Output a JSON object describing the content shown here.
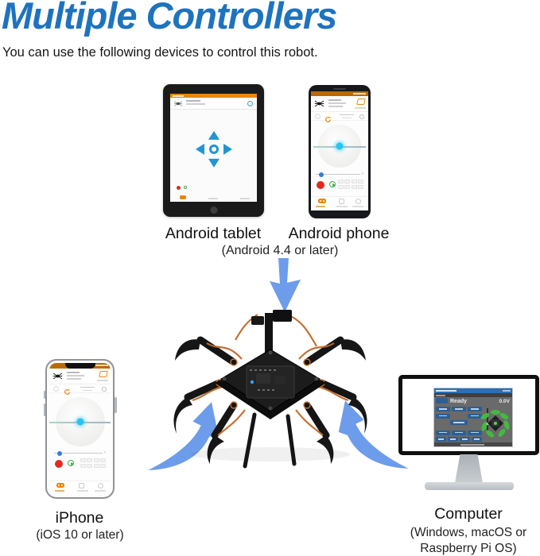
{
  "header": {
    "title": "Multiple Controllers",
    "subtitle": "You can use the following devices to control this robot."
  },
  "devices": {
    "android_tablet": {
      "label": "Android tablet"
    },
    "android_phone": {
      "label": "Android phone"
    },
    "android_requirement": "(Android 4.4 or later)",
    "iphone": {
      "label": "iPhone",
      "requirement": "(iOS 10 or later)"
    },
    "computer": {
      "label": "Computer",
      "requirement": "(Windows, macOS or Raspberry Pi OS)"
    }
  },
  "computer_app": {
    "status": "Ready",
    "voltage": "0.0V"
  },
  "colors": {
    "accent_blue": "#1e73be",
    "arrow_blue": "#6d9ceb",
    "app_orange": "#e8860d",
    "status_orange": "#b96a07",
    "dpad_blue": "#2196d3",
    "joy_cyan": "#27c4f2",
    "btn_red": "#e02b20",
    "btn_green": "#3fae49",
    "pc_blue": "#2a70b8",
    "pc_btn_blue": "#2d5f93",
    "viz_green": "#3ec23c"
  }
}
